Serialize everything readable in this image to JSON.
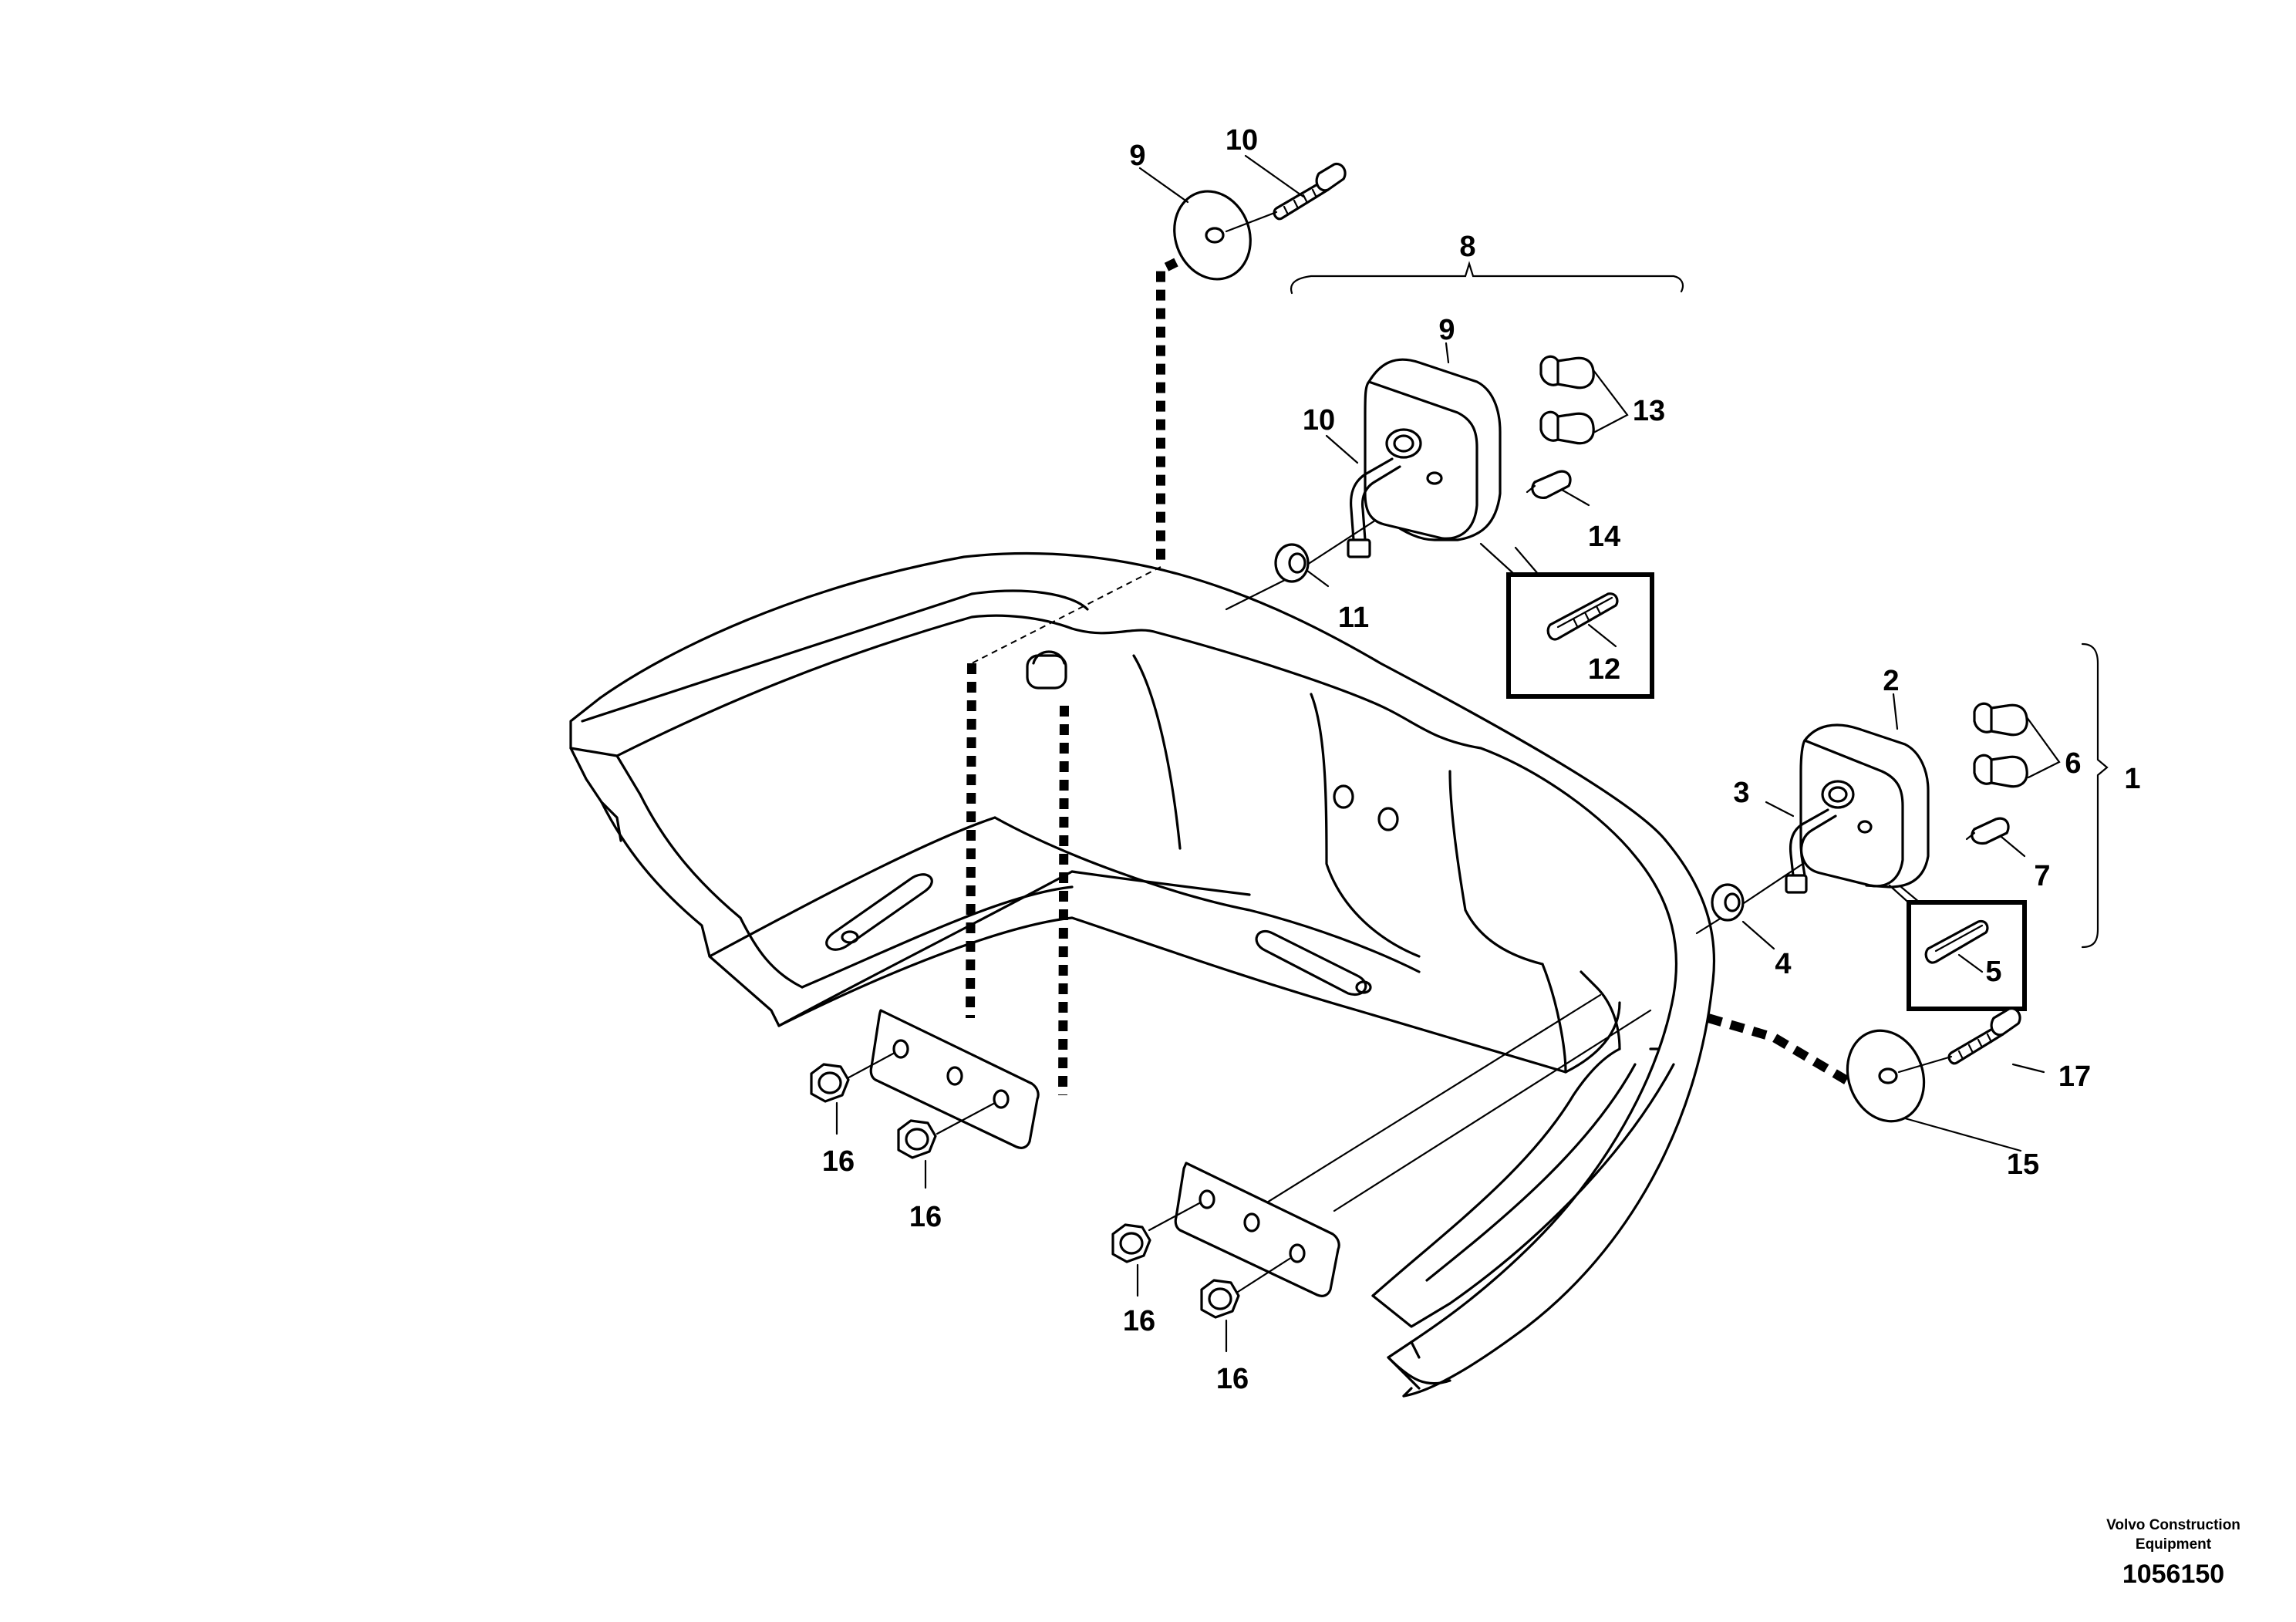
{
  "callouts": {
    "c1": "1",
    "c2": "2",
    "c3": "3",
    "c4": "4",
    "c5": "5",
    "c6": "6",
    "c7": "7",
    "c8": "8",
    "c9a": "9",
    "c9b": "9",
    "c10a": "10",
    "c10b": "10",
    "c11": "11",
    "c12": "12",
    "c13": "13",
    "c14": "14",
    "c15": "15",
    "c16a": "16",
    "c16b": "16",
    "c16c": "16",
    "c16d": "16",
    "c17": "17"
  },
  "footer": {
    "brand_line1": "Volvo Construction",
    "brand_line2": "Equipment",
    "drawing_number": "1056150"
  }
}
